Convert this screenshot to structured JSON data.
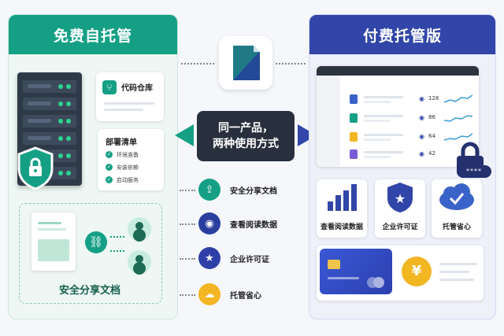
{
  "left_panel": {
    "title": "免费自托管",
    "repo_card": {
      "title": "代码仓库"
    },
    "deploy_card": {
      "title": "部署清单",
      "items": [
        "环境准备",
        "安装依赖",
        "启动服务"
      ]
    },
    "share_label": "安全分享文档"
  },
  "center": {
    "label_line1": "同一产品，",
    "label_line2": "两种使用方式",
    "features": [
      {
        "label": "安全分享文档",
        "icon": "document-share-icon",
        "color": "#15a085"
      },
      {
        "label": "查看阅读数据",
        "icon": "analytics-eye-icon",
        "color": "#2a3e9e"
      },
      {
        "label": "企业许可证",
        "icon": "license-shield-icon",
        "color": "#2e3fa8"
      },
      {
        "label": "托管省心",
        "icon": "cloud-hosting-icon",
        "color": "#f2b623"
      }
    ]
  },
  "right_panel": {
    "title": "付费托管版",
    "dashboard_rows": [
      {
        "views": "128",
        "color": "#3a63c9"
      },
      {
        "views": "86",
        "color": "#15a085"
      },
      {
        "views": "64",
        "color": "#f2b623"
      },
      {
        "views": "42",
        "color": "#7a5bd6"
      }
    ],
    "password_mask": "****",
    "feature_cards": [
      {
        "label": "查看阅读数据",
        "icon": "bar-chart-icon"
      },
      {
        "label": "企业许可证",
        "icon": "star-badge-icon"
      },
      {
        "label": "托管省心",
        "icon": "cloud-check-icon"
      }
    ],
    "currency_symbol": "¥"
  },
  "colors": {
    "green": "#15a085",
    "navy": "#3146a8",
    "dark": "#28303d"
  }
}
